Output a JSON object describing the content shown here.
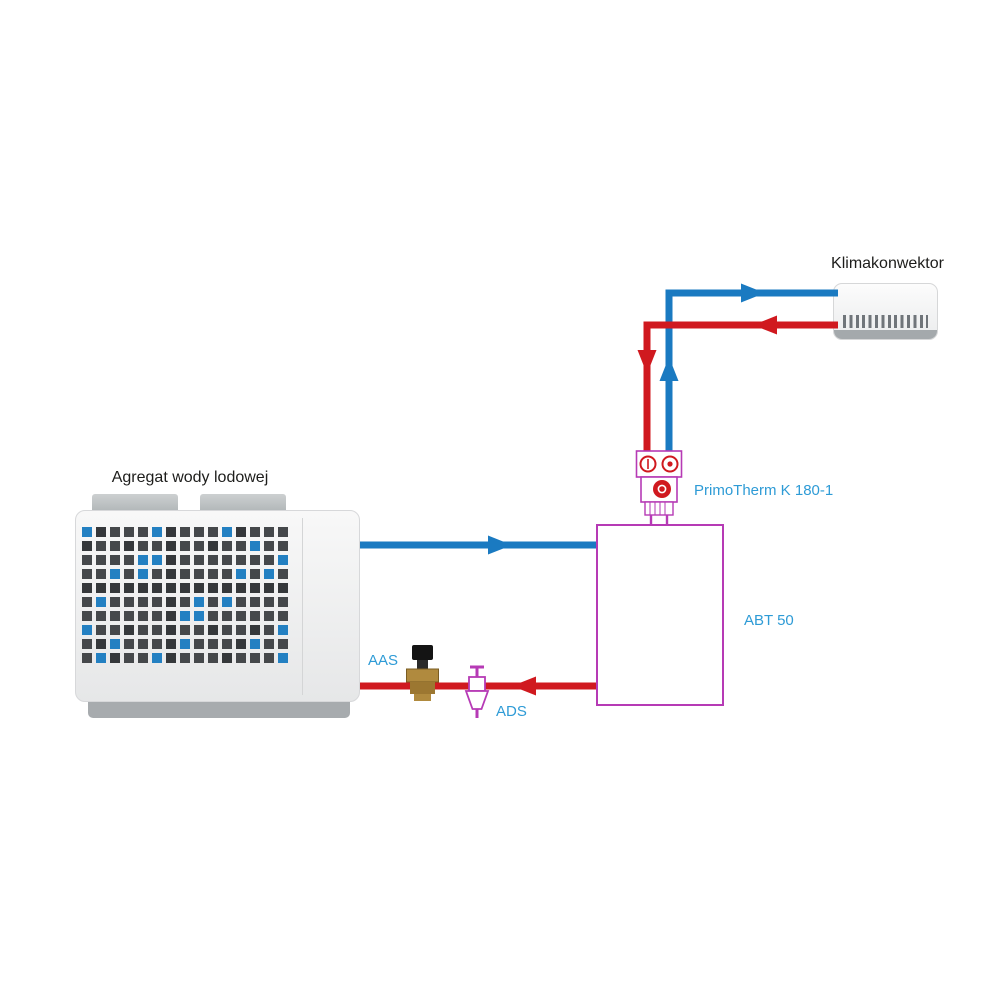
{
  "diagram": {
    "type": "hydraulic-cooling-schematic",
    "labels": {
      "chiller": "Agregat wody lodowej",
      "fan_coil": "Klimakonwektor",
      "pump_group": "PrimoTherm K 180-1",
      "buffer_tank": "ABT 50",
      "valve": "AAS",
      "dirt_separator": "ADS"
    },
    "colors": {
      "pipe_blue": "#1a7ac1",
      "pipe_red": "#d0191f",
      "magenta": "#b63ab5",
      "label_blue": "#2e9bd6",
      "label_black": "#1d1d1b",
      "coil_dark": "#45484b",
      "coil_blue": "#2380c2"
    }
  }
}
